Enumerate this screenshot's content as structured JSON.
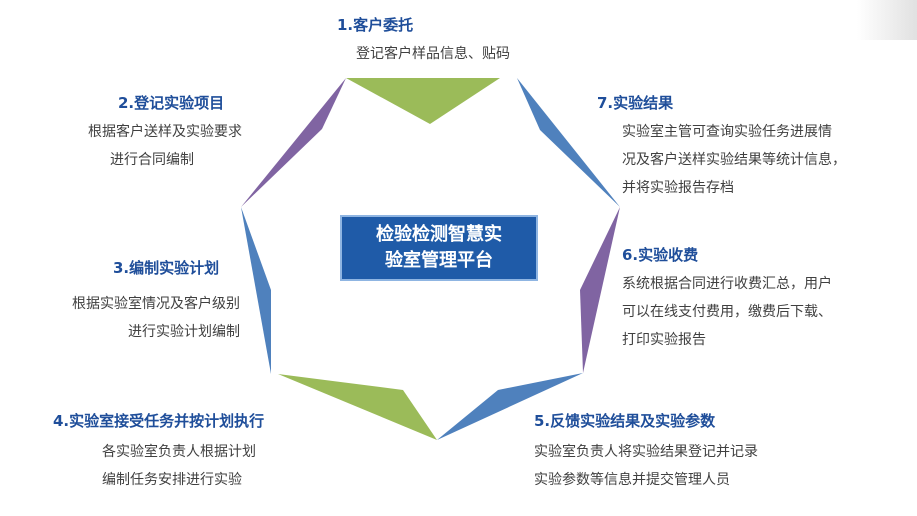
{
  "core": {
    "line1": "检验检测智慧实",
    "line2": "验室管理平台"
  },
  "steps": [
    {
      "title": "1.客户委托",
      "desc": [
        "登记客户样品信息、贴码"
      ],
      "color": "#9bbb59"
    },
    {
      "title": "2.登记实验项目",
      "desc": [
        "根据客户送样及实验要求",
        "进行合同编制"
      ],
      "color": "#8064a2"
    },
    {
      "title": "3.编制实验计划",
      "desc": [
        "根据实验室情况及客户级别",
        "进行实验计划编制"
      ],
      "color": "#4f81bd"
    },
    {
      "title": "4.实验室接受任务并按计划执行",
      "desc": [
        "各实验室负责人根据计划",
        "编制任务安排进行实验"
      ],
      "color": "#9bbb59"
    },
    {
      "title": "5.反馈实验结果及实验参数",
      "desc": [
        "实验室负责人将实验结果登记并记录",
        "实验参数等信息并提交管理人员"
      ],
      "color": "#4f81bd"
    },
    {
      "title": "6.实验收费",
      "desc": [
        "系统根据合同进行收费汇总，用户",
        "可以在线支付费用，缴费后下载、",
        "打印实验报告"
      ],
      "color": "#8064a2"
    },
    {
      "title": "7.实验结果",
      "desc": [
        "实验室主管可查询实验任务进展情",
        "况及客户送样实验结果等统计信息，",
        "并将实验报告存档"
      ],
      "color": "#4f81bd"
    }
  ]
}
